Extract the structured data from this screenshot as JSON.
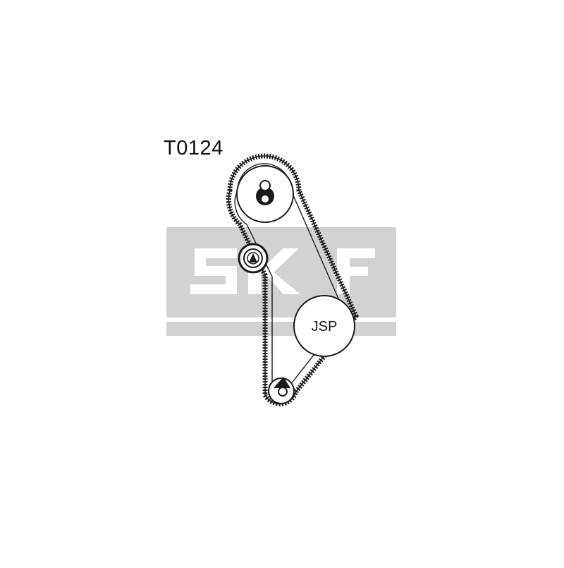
{
  "part_number": "T0124",
  "watermark": {
    "logo_text": "SKF",
    "color": "#d3d3d3"
  },
  "pulleys": {
    "camshaft": {
      "name": "camshaft-pulley"
    },
    "tensioner": {
      "name": "tensioner-pulley"
    },
    "aux": {
      "name": "aux-pulley",
      "label": "JSP"
    },
    "crankshaft": {
      "name": "crankshaft-pulley"
    }
  },
  "colors": {
    "line": "#1a1a1a",
    "background": "#ffffff"
  }
}
